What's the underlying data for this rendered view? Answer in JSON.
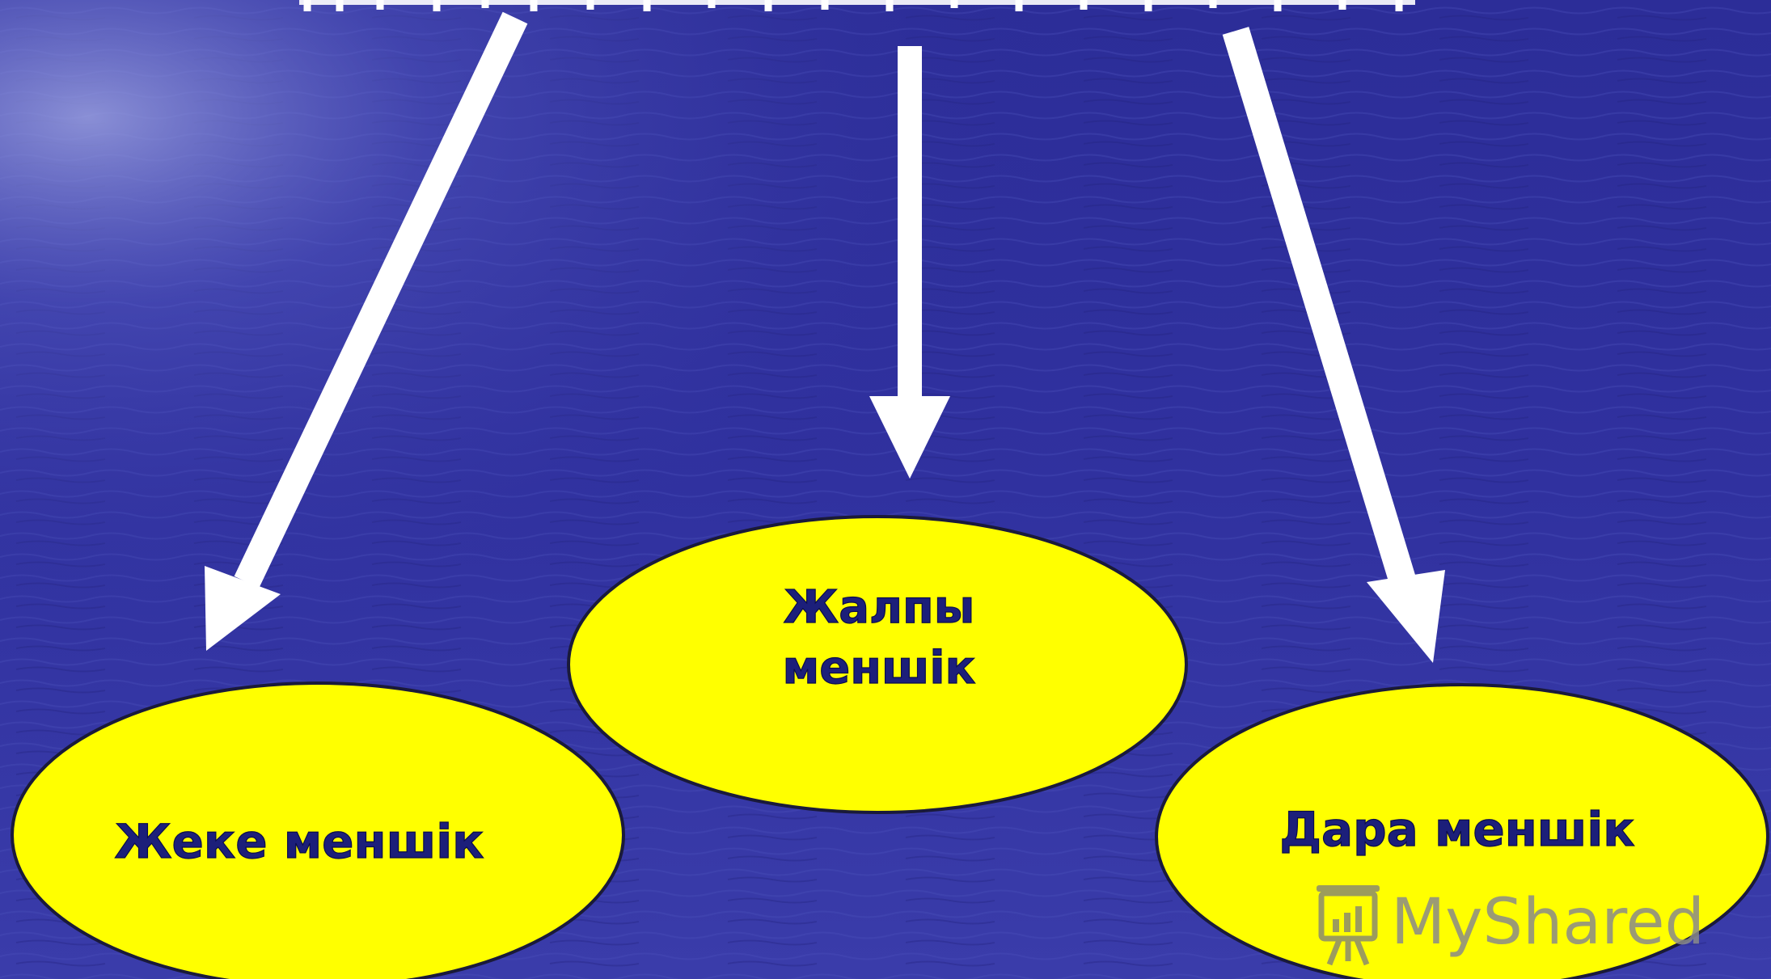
{
  "diagram": {
    "title": "",
    "nodes": [
      {
        "id": "private",
        "label": "Жеке меншік"
      },
      {
        "id": "common",
        "label_lines": [
          "Жалпы",
          "меншік"
        ]
      },
      {
        "id": "individual",
        "label": "Дара меншік"
      }
    ],
    "edges": [
      {
        "from": "title",
        "to": "private"
      },
      {
        "from": "title",
        "to": "common"
      },
      {
        "from": "title",
        "to": "individual"
      }
    ]
  },
  "watermark": {
    "text": "MyShared"
  },
  "colors": {
    "background": "#2e2f9c",
    "node_fill": "#ffff00",
    "node_stroke": "#1a1a3a",
    "node_text": "#1c1f7a",
    "arrow": "#ffffff"
  }
}
